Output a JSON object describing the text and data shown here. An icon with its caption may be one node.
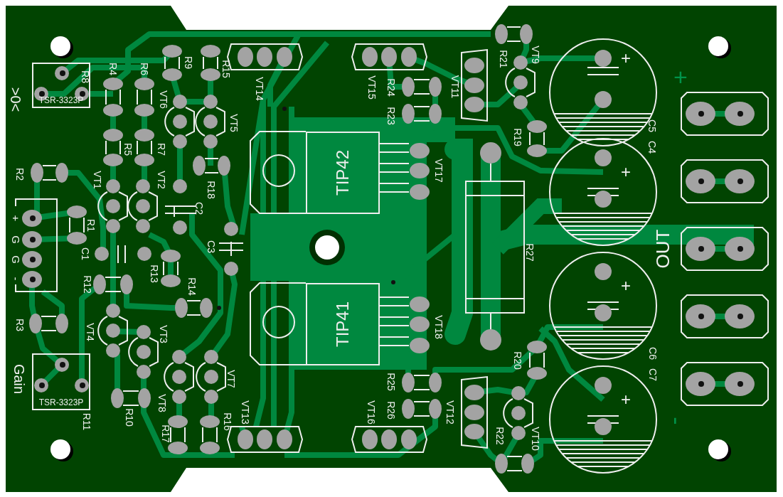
{
  "diagram": {
    "nodes": [
      {
        "text": [
          "TSR-3323P"
        ],
        "beside": [
          ">0<"
        ]
      },
      {
        "text": [
          "TIP42"
        ]
      },
      {
        "text": [
          "TIP41"
        ]
      },
      {
        "text": [
          "TSR-3323P"
        ],
        "beside": [
          "Gain"
        ]
      }
    ],
    "labels": [
      "R8",
      "R4",
      "R6",
      "R9",
      "R15",
      "VT14",
      "VT15",
      "R24",
      "VT11",
      "R21",
      "VT9",
      "+",
      "+",
      "VT6",
      "VT5",
      "R23",
      "C5",
      "R19",
      "R5",
      "R7",
      "C4",
      "VT17",
      "+",
      "R2",
      "VT1",
      "VT2",
      "R18",
      "C2",
      "+",
      "R1",
      "G",
      "C1",
      "C3",
      "R27",
      "OUT",
      "G",
      "R13",
      "-",
      "R12",
      "R14",
      "+",
      "VT18",
      "R3",
      "VT4",
      "VT3",
      "C6",
      "R20",
      "C7",
      "VT7",
      "R25",
      "+",
      "R11",
      "R10",
      "VT8",
      "R17",
      "R16",
      "VT13",
      "VT16",
      "R26",
      "VT12",
      "R22",
      "VT10",
      "-"
    ]
  }
}
